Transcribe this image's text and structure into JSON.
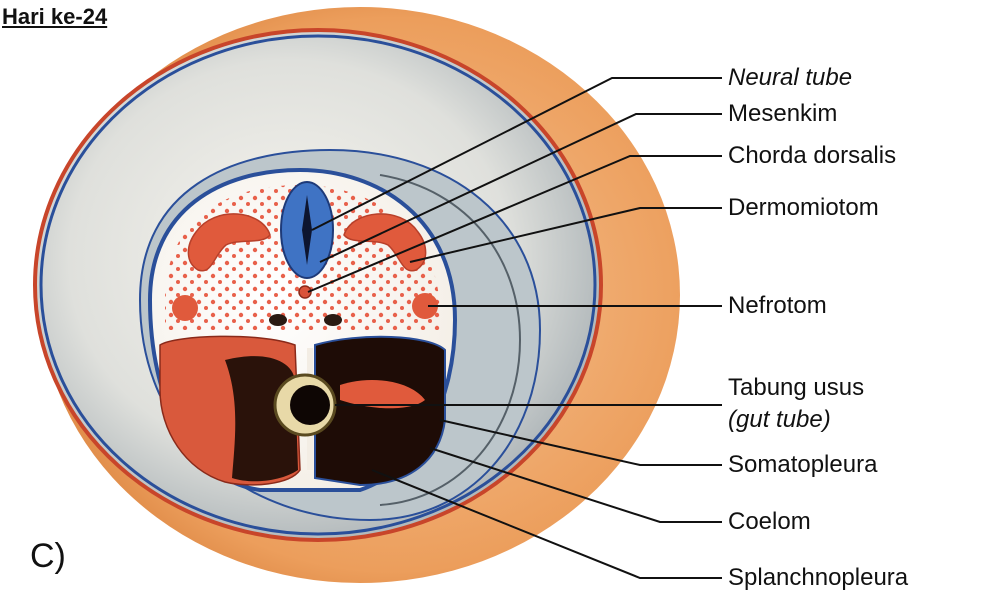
{
  "title": "Hari ke-24",
  "panel_letter": "C)",
  "labels": [
    {
      "id": "neural-tube",
      "text": "Neural tube",
      "italic": true
    },
    {
      "id": "mesenkim",
      "text": "Mesenkim"
    },
    {
      "id": "chorda-dorsalis",
      "text": "Chorda dorsalis"
    },
    {
      "id": "dermomiotom",
      "text": "Dermomiotom"
    },
    {
      "id": "nefrotom",
      "text": "Nefrotom"
    },
    {
      "id": "tabung-usus",
      "text": "Tabung usus"
    },
    {
      "id": "gut-tube",
      "text": "(gut tube)",
      "italic": true
    },
    {
      "id": "somatopleura",
      "text": "Somatopleura"
    },
    {
      "id": "coelom",
      "text": "Coelom"
    },
    {
      "id": "splanchnopleura",
      "text": "Splanchnopleura"
    }
  ],
  "colors": {
    "outer_rim": "#e8a060",
    "amnion_line": "#d0322a",
    "ectoderm_blue": "#2a4f9a",
    "neural_tube_fill": "#3f73c4",
    "mesoderm_red": "#e05a3c",
    "mesenchyme_dots": "#e8604a",
    "gut_dark": "#1a0c08",
    "cavity_grey": "#c9d2d6"
  }
}
